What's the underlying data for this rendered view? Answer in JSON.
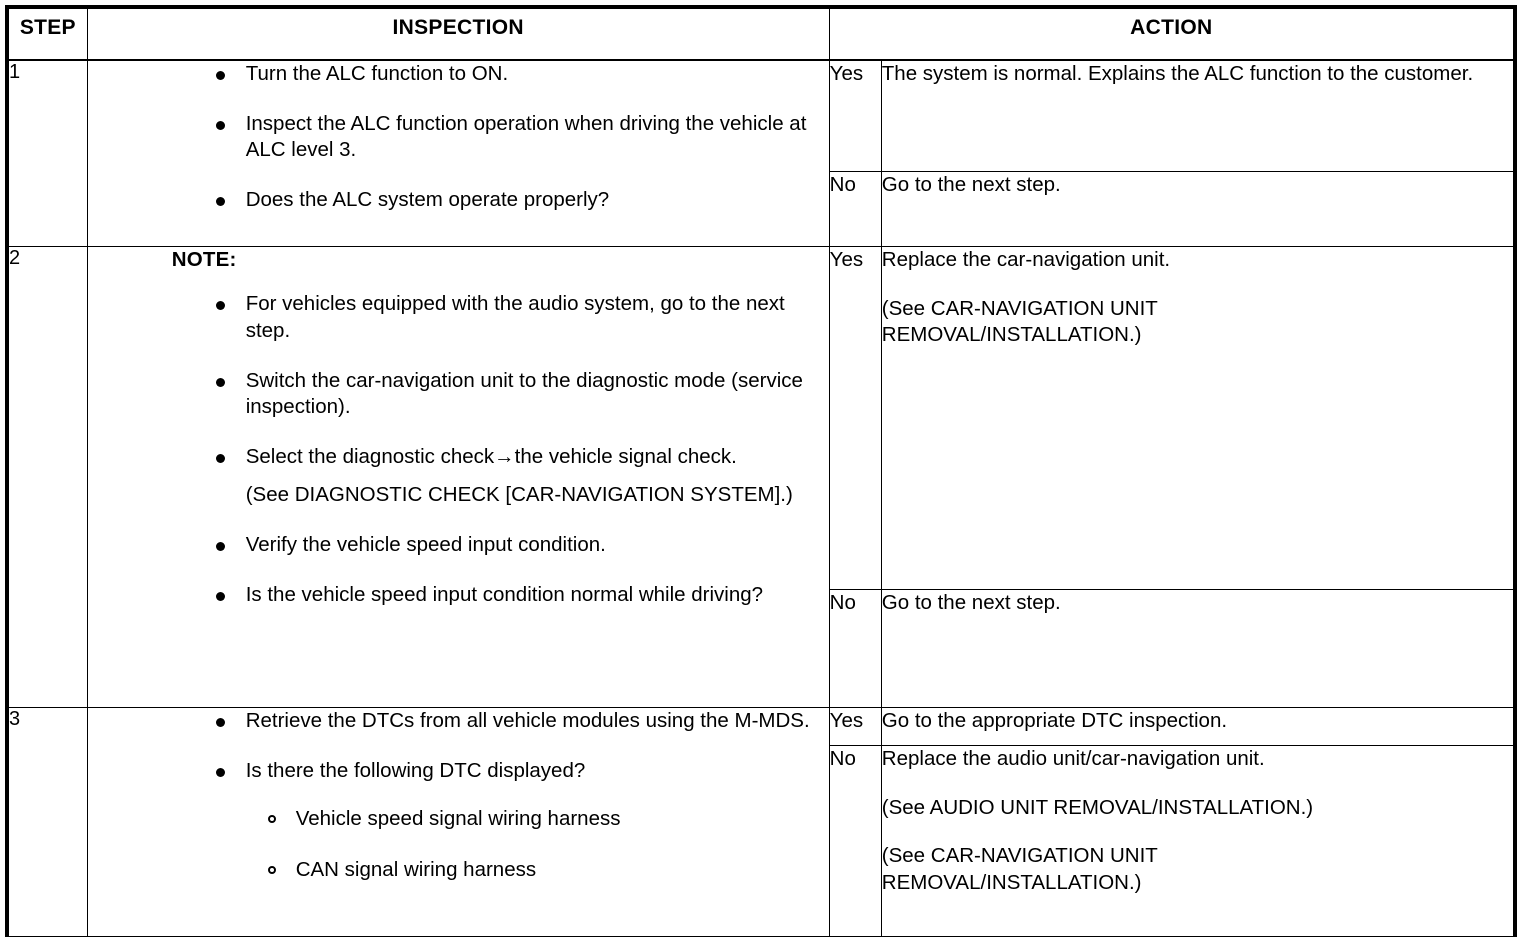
{
  "table": {
    "headers": {
      "step": "STEP",
      "inspection": "INSPECTION",
      "action": "ACTION"
    },
    "answers": {
      "yes": "Yes",
      "no": "No"
    },
    "steps": [
      {
        "number": "1",
        "note_label": "",
        "inspection_items": [
          "Turn the ALC function to ON.",
          "Inspect the ALC function operation when driving the vehicle at ALC level 3.",
          "Does the ALC system operate properly?"
        ],
        "sub_items": [],
        "yes_label": "Yes",
        "yes_action": [
          "The system is normal. Explains the ALC function to the customer."
        ],
        "no_label": "No",
        "no_action": [
          "Go to the next step."
        ]
      },
      {
        "number": "2",
        "note_label": "NOTE:",
        "inspection_items": [
          "For vehicles equipped with the audio system, go to the next step.",
          "Switch the car-navigation unit to the diagnostic mode (service inspection).",
          "Select the diagnostic check→the vehicle signal check.",
          "(See DIAGNOSTIC CHECK [CAR-NAVIGATION SYSTEM].)",
          "Verify the vehicle speed input condition.",
          "Is the vehicle speed input condition normal while driving?"
        ],
        "sub_items": [],
        "yes_label": "Yes",
        "yes_action": [
          "Replace the car-navigation unit.",
          "(See CAR-NAVIGATION UNIT REMOVAL/INSTALLATION.)"
        ],
        "no_label": "No",
        "no_action": [
          "Go to the next step."
        ]
      },
      {
        "number": "3",
        "note_label": "",
        "inspection_items": [
          "Retrieve the DTCs from all vehicle modules using the M-MDS.",
          "Is there the following DTC displayed?"
        ],
        "sub_items": [
          "Vehicle speed signal wiring harness",
          "CAN signal wiring harness"
        ],
        "yes_label": "Yes",
        "yes_action": [
          "Go to the appropriate DTC inspection."
        ],
        "no_label": "No",
        "no_action": [
          "Replace the audio unit/car-navigation unit.",
          "(See AUDIO UNIT REMOVAL/INSTALLATION.)",
          "(See CAR-NAVIGATION UNIT REMOVAL/INSTALLATION.)"
        ]
      }
    ]
  }
}
